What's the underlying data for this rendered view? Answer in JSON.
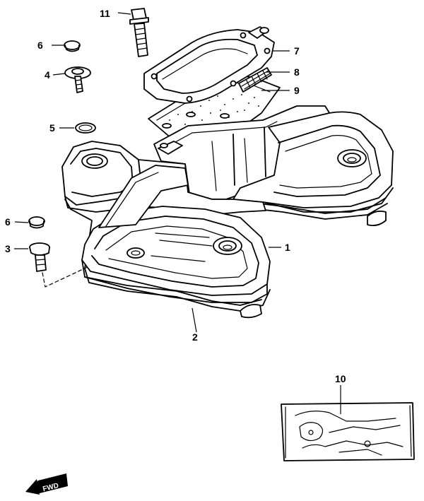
{
  "callouts": [
    {
      "id": "c1",
      "number": "1"
    },
    {
      "id": "c2",
      "number": "2"
    },
    {
      "id": "c3",
      "number": "3"
    },
    {
      "id": "c4",
      "number": "4"
    },
    {
      "id": "c5",
      "number": "5"
    },
    {
      "id": "c6a",
      "number": "6"
    },
    {
      "id": "c6b",
      "number": "6"
    },
    {
      "id": "c7",
      "number": "7"
    },
    {
      "id": "c8",
      "number": "8"
    },
    {
      "id": "c9",
      "number": "9"
    },
    {
      "id": "c10",
      "number": "10"
    },
    {
      "id": "c11",
      "number": "11"
    }
  ],
  "fwd_marker": {
    "label": "FWD",
    "icon": "forward-arrow-icon"
  }
}
